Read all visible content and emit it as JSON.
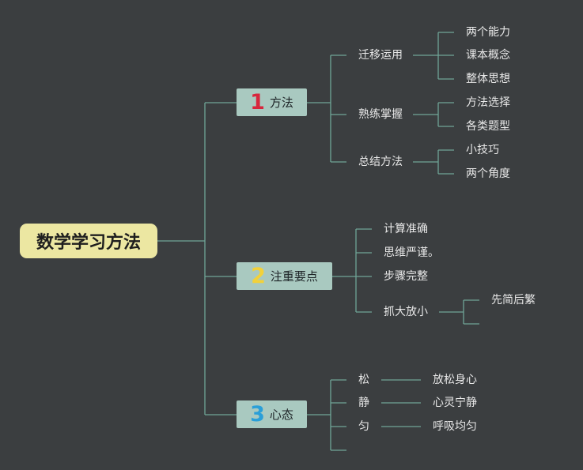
{
  "root": {
    "title": "数学学习方法"
  },
  "branches": [
    {
      "number": "1",
      "number_color": "#d7263d",
      "label": "方法",
      "children": [
        {
          "label": "迁移运用",
          "children": [
            "两个能力",
            "课本概念",
            "整体思想"
          ]
        },
        {
          "label": "熟练掌握",
          "children": [
            "方法选择",
            "各类题型"
          ]
        },
        {
          "label": "总结方法",
          "children": [
            "小技巧",
            "两个角度"
          ]
        }
      ]
    },
    {
      "number": "2",
      "number_color": "#f2d13a",
      "label": "注重要点",
      "children": [
        {
          "label": "计算准确",
          "children": []
        },
        {
          "label": "思维严谨。",
          "children": []
        },
        {
          "label": "步骤完整",
          "children": []
        },
        {
          "label": "抓大放小",
          "children": [
            "先简后繁"
          ]
        }
      ]
    },
    {
      "number": "3",
      "number_color": "#2a9fd8",
      "label": "心态",
      "children": [
        {
          "label": "松",
          "children": [
            "放松身心"
          ]
        },
        {
          "label": "静",
          "children": [
            "心灵宁静"
          ]
        },
        {
          "label": "匀",
          "children": [
            "呼吸均匀"
          ]
        }
      ]
    }
  ],
  "colors": {
    "background": "#3b3e40",
    "line": "#6fa596",
    "root_fill": "#ece7a2",
    "branch_fill": "#a9c9c0",
    "text": "#e8e8e8"
  }
}
